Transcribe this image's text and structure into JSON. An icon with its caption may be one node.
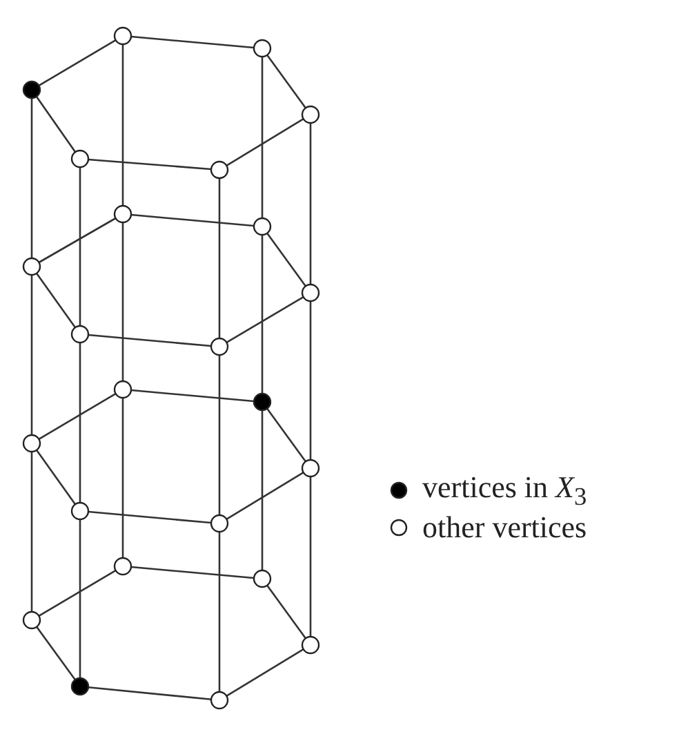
{
  "diagram": {
    "nodes": [
      {
        "text": [],
        "shape": "circle"
      },
      {
        "text": [],
        "shape": "circle"
      },
      {
        "text": [],
        "shape": "circle"
      },
      {
        "text": [],
        "shape": "circle"
      },
      {
        "text": [],
        "shape": "circle"
      },
      {
        "text": [],
        "shape": "dot"
      },
      {
        "text": [],
        "shape": "circle"
      },
      {
        "text": [],
        "shape": "circle"
      },
      {
        "text": [],
        "shape": "circle"
      },
      {
        "text": [],
        "shape": "circle"
      },
      {
        "text": [],
        "shape": "circle"
      },
      {
        "text": [],
        "shape": "circle"
      },
      {
        "text": [],
        "shape": "circle"
      },
      {
        "text": [],
        "shape": "dot"
      },
      {
        "text": [],
        "shape": "circle"
      },
      {
        "text": [],
        "shape": "circle"
      },
      {
        "text": [],
        "shape": "circle"
      },
      {
        "text": [],
        "shape": "circle"
      },
      {
        "text": [],
        "shape": "circle"
      },
      {
        "text": [],
        "shape": "circle"
      },
      {
        "text": [],
        "shape": "circle"
      },
      {
        "text": [],
        "shape": "circle"
      },
      {
        "text": [],
        "shape": "dot"
      },
      {
        "text": [],
        "shape": "circle"
      }
    ],
    "edges": [
      {
        "from": 0,
        "to": 1,
        "arrow": "none"
      },
      {
        "from": 1,
        "to": 2,
        "arrow": "none"
      },
      {
        "from": 2,
        "to": 3,
        "arrow": "none"
      },
      {
        "from": 3,
        "to": 4,
        "arrow": "none"
      },
      {
        "from": 4,
        "to": 5,
        "arrow": "none"
      },
      {
        "from": 5,
        "to": 0,
        "arrow": "none"
      },
      {
        "from": 6,
        "to": 7,
        "arrow": "none"
      },
      {
        "from": 7,
        "to": 8,
        "arrow": "none"
      },
      {
        "from": 8,
        "to": 9,
        "arrow": "none"
      },
      {
        "from": 9,
        "to": 10,
        "arrow": "none"
      },
      {
        "from": 10,
        "to": 11,
        "arrow": "none"
      },
      {
        "from": 11,
        "to": 6,
        "arrow": "none"
      },
      {
        "from": 12,
        "to": 13,
        "arrow": "none"
      },
      {
        "from": 13,
        "to": 14,
        "arrow": "none"
      },
      {
        "from": 14,
        "to": 15,
        "arrow": "none"
      },
      {
        "from": 15,
        "to": 16,
        "arrow": "none"
      },
      {
        "from": 16,
        "to": 17,
        "arrow": "none"
      },
      {
        "from": 17,
        "to": 12,
        "arrow": "none"
      },
      {
        "from": 18,
        "to": 19,
        "arrow": "none"
      },
      {
        "from": 19,
        "to": 20,
        "arrow": "none"
      },
      {
        "from": 20,
        "to": 21,
        "arrow": "none"
      },
      {
        "from": 21,
        "to": 22,
        "arrow": "none"
      },
      {
        "from": 22,
        "to": 23,
        "arrow": "none"
      },
      {
        "from": 23,
        "to": 18,
        "arrow": "none"
      },
      {
        "from": 0,
        "to": 6,
        "arrow": "none"
      },
      {
        "from": 1,
        "to": 7,
        "arrow": "none"
      },
      {
        "from": 2,
        "to": 8,
        "arrow": "none"
      },
      {
        "from": 3,
        "to": 9,
        "arrow": "none"
      },
      {
        "from": 4,
        "to": 10,
        "arrow": "none"
      },
      {
        "from": 5,
        "to": 11,
        "arrow": "none"
      },
      {
        "from": 6,
        "to": 12,
        "arrow": "none"
      },
      {
        "from": 7,
        "to": 13,
        "arrow": "none"
      },
      {
        "from": 8,
        "to": 14,
        "arrow": "none"
      },
      {
        "from": 9,
        "to": 15,
        "arrow": "none"
      },
      {
        "from": 10,
        "to": 16,
        "arrow": "none"
      },
      {
        "from": 11,
        "to": 17,
        "arrow": "none"
      },
      {
        "from": 12,
        "to": 18,
        "arrow": "none"
      },
      {
        "from": 13,
        "to": 19,
        "arrow": "none"
      },
      {
        "from": 14,
        "to": 20,
        "arrow": "none"
      },
      {
        "from": 15,
        "to": 21,
        "arrow": "none"
      },
      {
        "from": 16,
        "to": 22,
        "arrow": "none"
      },
      {
        "from": 17,
        "to": 23,
        "arrow": "none"
      }
    ],
    "legend": [
      {
        "text": "vertices in *X*$_{3}$"
      },
      {
        "text": "other vertices"
      }
    ]
  }
}
